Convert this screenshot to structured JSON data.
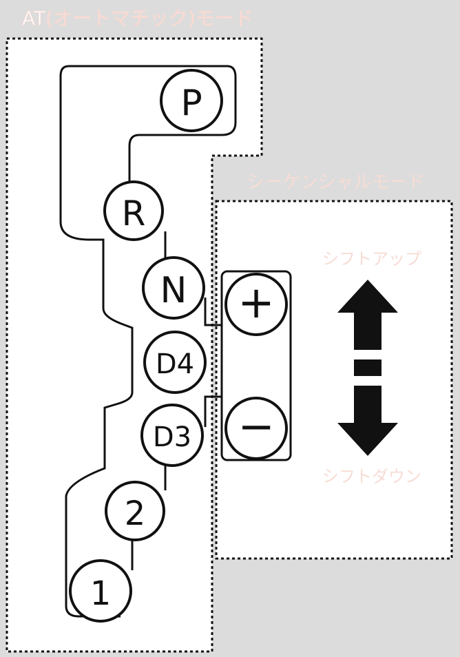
{
  "colors": {
    "background": "#dcdcdc",
    "panel": "#ffffff",
    "ink": "#111111",
    "at_title": "#ffffff",
    "at_title_stroke": "#f3d9d3",
    "pink_label": "#f7dcd5"
  },
  "at_mode": {
    "title_prefix": "AT",
    "title_suffix": "(オートマチック)モード"
  },
  "sequential_mode": {
    "title": "シーケンシャルモード",
    "shift_up": "シフトアップ",
    "shift_down": "シフトダウン",
    "plus": "+",
    "minus": "−"
  },
  "gears": {
    "p": "P",
    "r": "R",
    "n": "N",
    "d4": "D4",
    "d3": "D3",
    "two": "2",
    "one": "1"
  },
  "icons": {
    "shift_arrow": "double-arrow-up-down-icon"
  }
}
